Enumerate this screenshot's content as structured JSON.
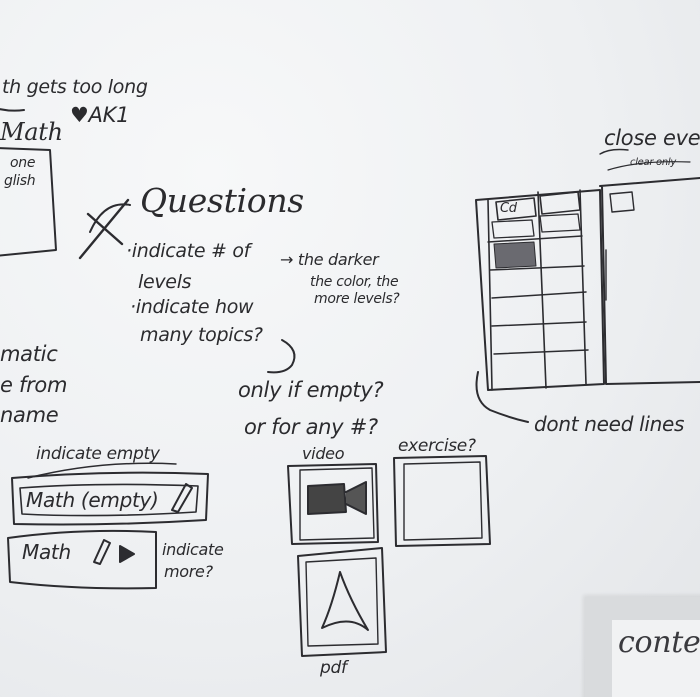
{
  "whiteboard": {
    "top_notes": {
      "gets_too_long": "th gets too long",
      "math_heading": "Math",
      "ak1": "♥AK1",
      "frag_none": "one",
      "frag_english": "glish"
    },
    "questions": {
      "heading": "Questions",
      "indicate_levels": "·indicate # of",
      "levels": "levels",
      "indicate_topics": "·indicate how",
      "many_topics": "many topics?",
      "darker_1": "→ the darker",
      "darker_2": "the color, the",
      "darker_3": "more levels?",
      "only_if_empty": "only if empty?",
      "for_any": "or for any #?"
    },
    "left_notes": {
      "matic": "matic",
      "e_from": "e from",
      "name": "name"
    },
    "empty_section": {
      "indicate_empty": "indicate empty",
      "math_empty": "Math (empty)",
      "math": "Math",
      "indicate_more_1": "indicate",
      "indicate_more_2": "more?"
    },
    "media": {
      "video": "video",
      "exercise": "exercise?",
      "pdf": "pdf"
    },
    "layout_sketch": {
      "cd": "Cd",
      "close_ev": "close eve",
      "clear_only": "clear only",
      "dont_need": "dont need lines"
    },
    "paper_note": "conte"
  }
}
